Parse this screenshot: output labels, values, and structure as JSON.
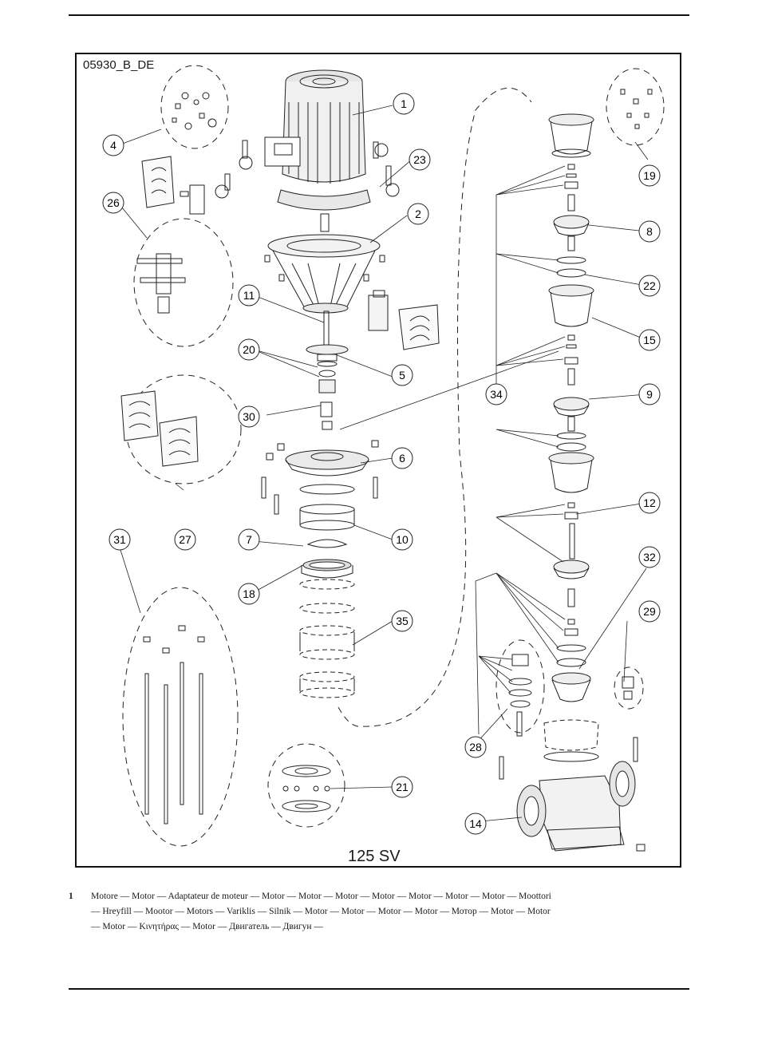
{
  "drawing": {
    "code": "05930_B_DE",
    "model": "125 SV"
  },
  "callouts": [
    "1",
    "2",
    "4",
    "5",
    "6",
    "7",
    "8",
    "9",
    "10",
    "11",
    "12",
    "14",
    "15",
    "18",
    "19",
    "20",
    "21",
    "22",
    "23",
    "26",
    "27",
    "28",
    "29",
    "30",
    "31",
    "32",
    "34",
    "35"
  ],
  "legend": {
    "number": "1",
    "lines": [
      "Motore — Motor — Adaptateur de moteur — Motor — Motor — Motor — Motor — Motor — Motor — Motor — Moottori",
      "— Hreyfill — Mootor — Motors — Variklis — Silnik — Motor — Motor — Motor — Motor — Мотор — Motor — Motor",
      "— Motor — Κινητήρας — Motor — Двигатель — Двигун —"
    ]
  }
}
